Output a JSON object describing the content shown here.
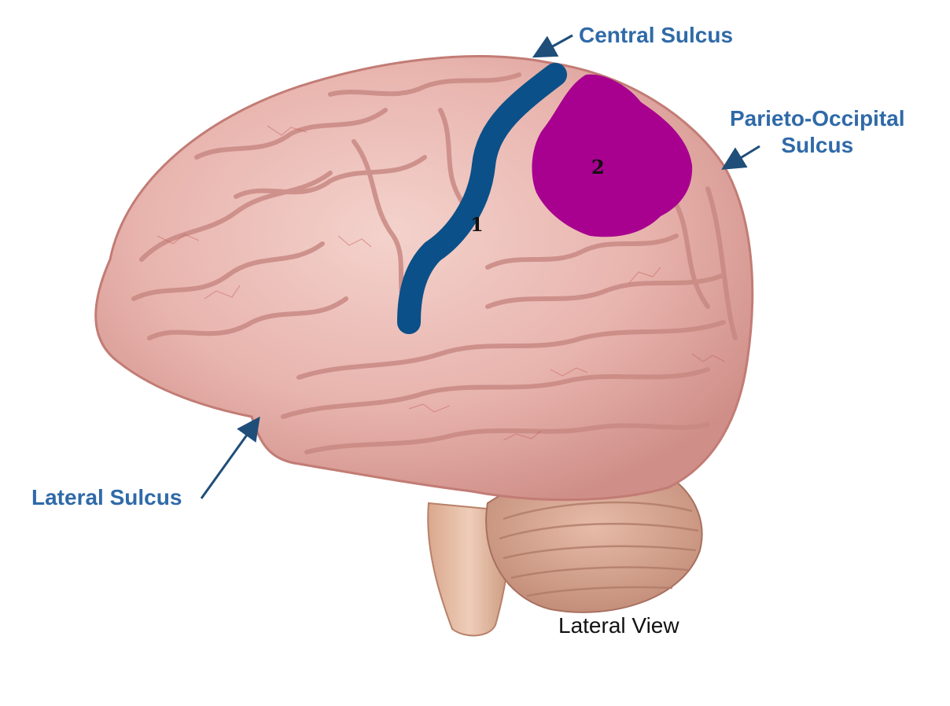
{
  "labels": {
    "central_sulcus": "Central Sulcus",
    "parieto_occipital_line1": "Parieto-Occipital",
    "parieto_occipital_line2": "Sulcus",
    "lateral_sulcus": "Lateral Sulcus",
    "view": "Lateral View"
  },
  "markers": {
    "marker_1": "1",
    "marker_2": "2"
  },
  "colors": {
    "label_blue": "#2f6aa8",
    "arrow_blue": "#1f4e79",
    "central_sulcus_fill": "#0b5088",
    "region_2_fill": "#a8008f",
    "brain_pink": "#e9b6b0",
    "brain_vessels": "#c55a5a",
    "cerebellum": "#d8a48f",
    "brainstem": "#dcae94"
  }
}
